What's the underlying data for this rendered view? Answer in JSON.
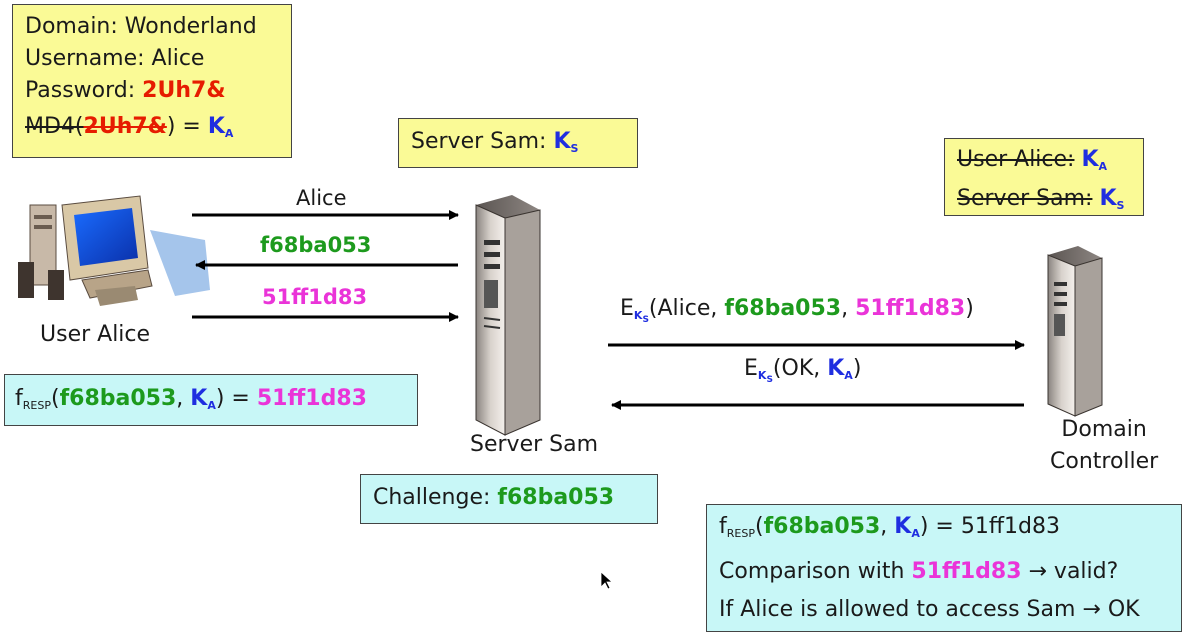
{
  "alice_box": {
    "domain": "Domain: Wonderland",
    "username": "Username: Alice",
    "password_label": "Password:",
    "password_value": "2Uh7&",
    "md4_prefix": "MD4(",
    "md4_arg": "2Uh7&",
    "md4_suffix": ") =",
    "key": "K",
    "key_sub": "A"
  },
  "server_box": {
    "label": "Server Sam:",
    "key": "K",
    "key_sub": "S"
  },
  "dc_box": {
    "user_label": "User Alice:",
    "user_key": "K",
    "user_key_sub": "A",
    "server_label": "Server Sam:",
    "server_key": "K",
    "server_key_sub": "S"
  },
  "nodes": {
    "alice": "User Alice",
    "server": "Server Sam",
    "dc_line1": "Domain",
    "dc_line2": "Controller"
  },
  "messages": {
    "username": "Alice",
    "challenge": "f68ba053",
    "response": "51ff1d83",
    "to_dc": {
      "e": "E",
      "k": "K",
      "s": "S",
      "open": "(Alice, ",
      "challenge": "f68ba053",
      "comma": ", ",
      "response": "51ff1d83",
      "close": ")"
    },
    "from_dc": {
      "e": "E",
      "k": "K",
      "s": "S",
      "open": "(OK, ",
      "key": "K",
      "key_sub": "A",
      "close": ")"
    }
  },
  "fresp_box": {
    "f": "f",
    "f_sub": "RESP",
    "open": "(",
    "challenge": "f68ba053",
    "comma": ", ",
    "key": "K",
    "key_sub": "A",
    "close": ") =",
    "result": "51ff1d83"
  },
  "challenge_box": {
    "label": "Challenge:",
    "value": "f68ba053"
  },
  "dc_check_box": {
    "f": "f",
    "f_sub": "RESP",
    "open": "(",
    "challenge": "f68ba053",
    "comma": ", ",
    "key": "K",
    "key_sub": "A",
    "close": ") = 51ff1d83",
    "compare_label": "Comparison with",
    "compare_value": "51ff1d83",
    "compare_suffix": "→ valid?",
    "access_text": "If Alice is allowed to access Sam → OK"
  },
  "colors": {
    "yellow_box": "#fafa96",
    "cyan_box": "#c8f7f7",
    "green": "#1d9a1d",
    "magenta": "#ea34d8",
    "red": "#e61c00",
    "blue": "#1f2ee0"
  }
}
